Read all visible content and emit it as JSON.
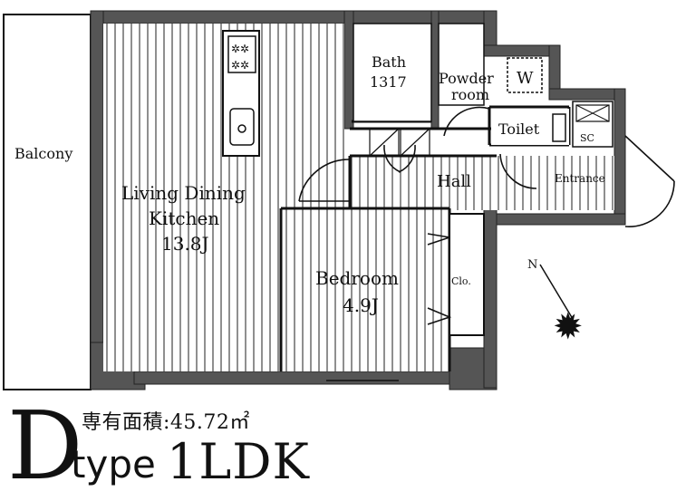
{
  "rooms": {
    "balcony": "Balcony",
    "ldk_line1": "Living Dining",
    "ldk_line2": "Kitchen",
    "ldk_size": "13.8J",
    "bedroom": "Bedroom",
    "bedroom_size": "4.9J",
    "closet": "Clo.",
    "bath": "Bath",
    "bath_size": "1317",
    "powder_line1": "Powder",
    "powder_line2": "room",
    "washer": "W",
    "toilet": "Toilet",
    "shoe_cabinet": "SC",
    "hall": "Hall",
    "entrance": "Entrance"
  },
  "compass": {
    "north": "N"
  },
  "footer": {
    "area_text": "専有面積:45.72㎡",
    "type_letter": "D",
    "type_word": "type",
    "type_code": "1LDK"
  },
  "colors": {
    "wall": "#555555",
    "line": "#111111",
    "floor_stripe": "#222222"
  }
}
